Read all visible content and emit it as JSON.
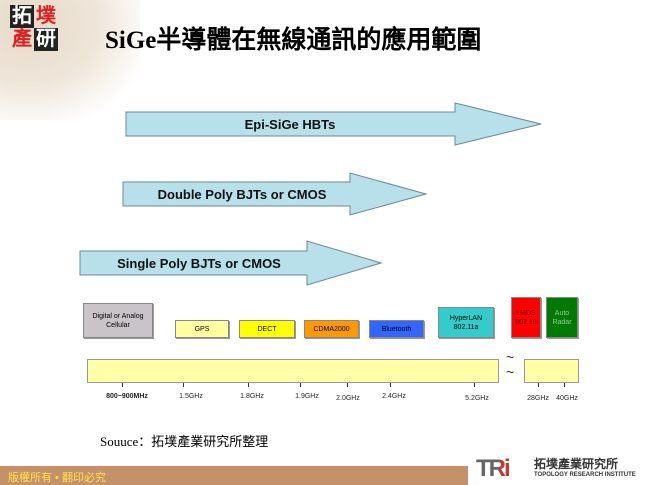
{
  "logo": {
    "chars": [
      "拓",
      "墣",
      "產",
      "研"
    ]
  },
  "title": "SiGe半導體在無線通訊的應用範圍",
  "arrows": [
    {
      "label": "Epi-SiGe HBTs"
    },
    {
      "label": "Double Poly BJTs or CMOS"
    },
    {
      "label": "Single Poly BJTs or CMOS"
    }
  ],
  "apps": [
    {
      "label": "Digital or Analog Cellular",
      "color": "#c8c4c8"
    },
    {
      "label": "GPS",
      "color": "#ffffa0"
    },
    {
      "label": "DECT",
      "color": "#ffff00"
    },
    {
      "label": "CDMA2000",
      "color": "#ff9900"
    },
    {
      "label": "Bluetooth",
      "color": "#3366ff"
    },
    {
      "label": "HyperLAN 802.11a",
      "color": "#33cccc"
    },
    {
      "label": "LMDS 802.16",
      "color": "#ff0000"
    },
    {
      "label": "Auto Radar",
      "color": "#007a00"
    }
  ],
  "frequencies": [
    "800~900MHz",
    "1.5GHz",
    "1.8GHz",
    "1.9GHz",
    "2.0GHz",
    "2.4GHz",
    "5.2GHz",
    "28GHz",
    "40GHz"
  ],
  "source": "Souuce：拓墣產業研究所整理",
  "footer": {
    "copyright": "版權所有 • 翻印必究",
    "brand_cn": "拓墣產業研究所",
    "brand_en": "TOPOLOGY RESEARCH INSTITUTE",
    "brand_mark": "TRi"
  }
}
